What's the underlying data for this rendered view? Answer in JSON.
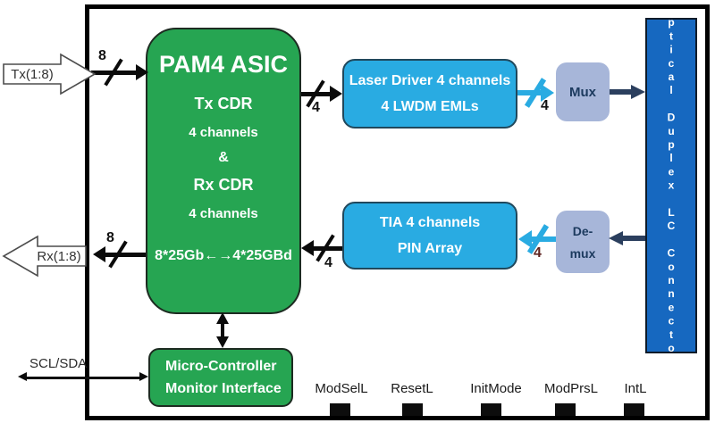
{
  "figure": {
    "asic": {
      "title": "PAM4 ASIC",
      "lines": [
        "Tx CDR",
        "4 channels",
        "&",
        "Rx CDR",
        "4 channels"
      ],
      "rate": "8*25Gb←→4*25GBd"
    },
    "laser_driver": {
      "lines": [
        "Laser Driver 4 channels",
        "4 LWDM EMLs"
      ]
    },
    "tia": {
      "lines": [
        "TIA 4 channels",
        "PIN Array"
      ]
    },
    "mux": {
      "label": "Mux"
    },
    "demux": {
      "lines": [
        "De-",
        "mux"
      ]
    },
    "connector": {
      "label": "Optical Duplex LC Connector"
    },
    "mcu": {
      "lines": [
        "Micro-Controller",
        "Monitor Interface"
      ]
    },
    "io": {
      "tx_label": "Tx(1:8)",
      "rx_label": "Rx(1:8)",
      "scl_label": "SCL/SDA",
      "tx_bus_width": "8",
      "rx_bus_width": "8",
      "lane_width": "4"
    },
    "pins": [
      "ModSelL",
      "ResetL",
      "InitMode",
      "ModPrsL",
      "IntL"
    ],
    "colors": {
      "block_green": "#26a552",
      "block_blue": "#29abe2",
      "mux_periwinkle": "#a7b6d9",
      "connector_blue": "#1668c0",
      "navy_arrow": "#2b3f5e",
      "cyan_arrow": "#29abe2"
    }
  }
}
